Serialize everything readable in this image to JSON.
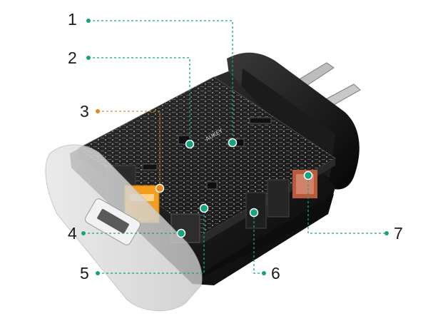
{
  "callouts": [
    {
      "number": "1",
      "color": "#16a37f"
    },
    {
      "number": "2",
      "color": "#16a37f"
    },
    {
      "number": "3",
      "color": "#e8861f"
    },
    {
      "number": "4",
      "color": "#16a37f"
    },
    {
      "number": "5",
      "color": "#16a37f"
    },
    {
      "number": "6",
      "color": "#16a37f"
    },
    {
      "number": "7",
      "color": "#16a37f"
    }
  ],
  "pcb_brand_text": "AUKEY"
}
